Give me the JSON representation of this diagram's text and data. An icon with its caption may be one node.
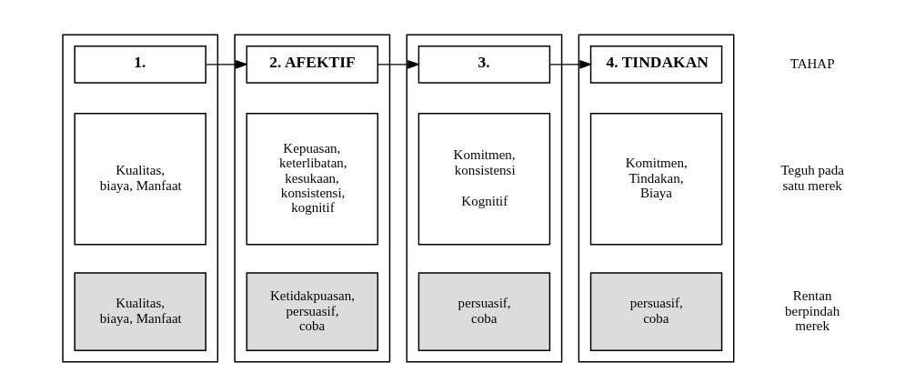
{
  "diagram": {
    "nodes": [
      {
        "text": [],
        "shape": "box"
      },
      {
        "text": [
          "1."
        ],
        "in": 0
      },
      {
        "text": [
          "Kualitas, biaya, Manfaat"
        ],
        "in": 0
      },
      {
        "text": [
          "Kualitas, biaya, Manfaat"
        ],
        "in": 0
      },
      {
        "text": [],
        "shape": "box"
      },
      {
        "text": [
          "2. AFEKTIF"
        ],
        "in": 4
      },
      {
        "text": [
          "Kepuasan, keterlibatan, kesukaan, konsistensi, kognitif"
        ],
        "in": 4
      },
      {
        "text": [
          "Ketidakpuasan, persuasif, coba"
        ],
        "in": 4
      },
      {
        "text": [],
        "shape": "box"
      },
      {
        "text": [
          "3."
        ],
        "in": 8
      },
      {
        "text": [
          "Komitmen, konsistensi",
          "Kognitif"
        ],
        "in": 8
      },
      {
        "text": [
          "persuasif, coba"
        ],
        "in": 8
      },
      {
        "text": [],
        "shape": "box"
      },
      {
        "text": [
          "4. TINDAKAN"
        ],
        "in": 12
      },
      {
        "text": [
          "Komitmen, Tindakan, Biaya"
        ],
        "in": 12
      },
      {
        "text": [
          "persuasif, coba"
        ],
        "in": 12
      }
    ],
    "edges": [
      {
        "from": 1,
        "to": 5,
        "arrow": "to"
      },
      {
        "from": 5,
        "to": 9,
        "arrow": "to"
      },
      {
        "from": 9,
        "to": 13,
        "arrow": "to"
      }
    ],
    "labels": [
      "TAHAP",
      "Teguh pada satu merek",
      "Rentan berpindah merek"
    ]
  }
}
